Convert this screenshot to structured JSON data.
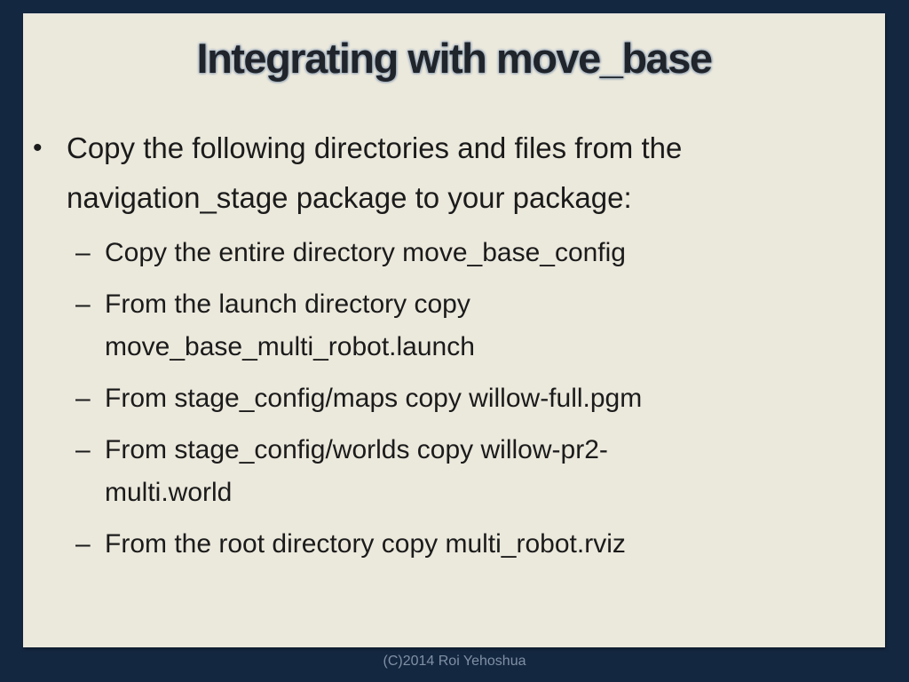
{
  "slide": {
    "title": "Integrating with move_base",
    "bullets": [
      {
        "marker": "•",
        "text": "Copy the following directories and files from the\nnavigation_stage package to your package:"
      },
      {
        "marker": "–",
        "text": "Copy the entire directory move_base_config"
      },
      {
        "marker": "–",
        "text": "From the launch directory copy\nmove_base_multi_robot.launch"
      },
      {
        "marker": "–",
        "text": "From stage_config/maps copy willow-full.pgm"
      },
      {
        "marker": "–",
        "text": "From stage_config/worlds copy willow-pr2-\nmulti.world"
      },
      {
        "marker": "–",
        "text": "From the root directory copy multi_robot.rviz"
      }
    ],
    "footer": "(C)2014 Roi Yehoshua"
  },
  "colors": {
    "frame": "#142740",
    "page": "#ebe8dc",
    "body_text": "#1b1b1b",
    "footer_text": "#7f90a4"
  }
}
